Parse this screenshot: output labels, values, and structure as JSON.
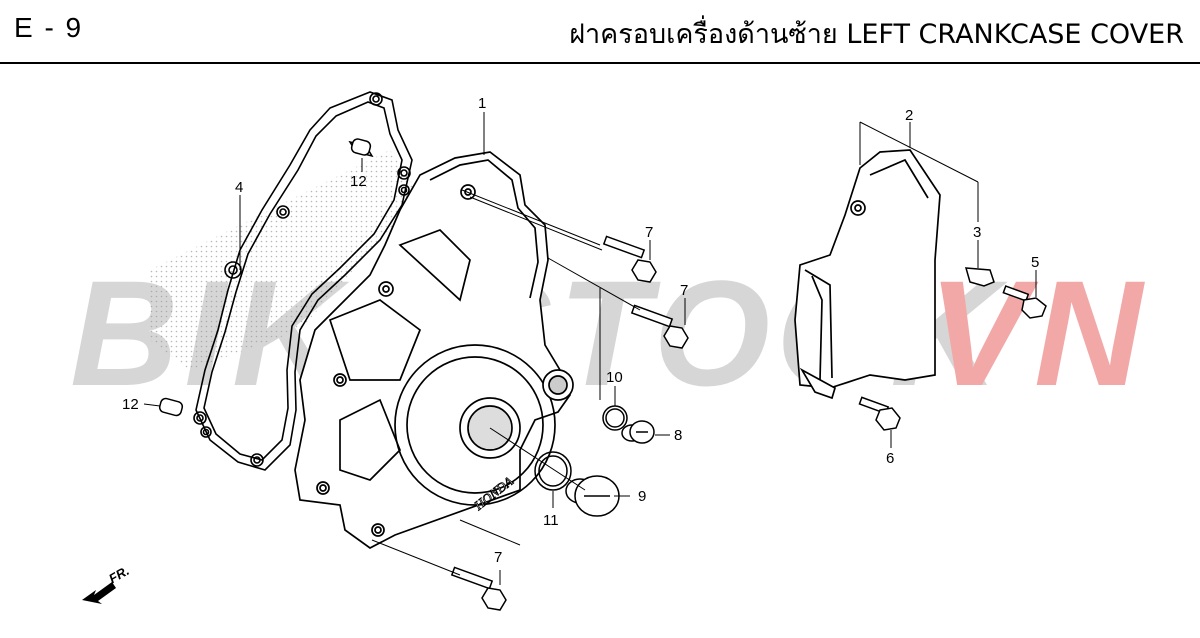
{
  "header": {
    "page_code": "E - 9",
    "title": "ฝาครอบเครื่องด้านซ้าย  LEFT CRANKCASE COVER"
  },
  "watermark": {
    "main": "BIKESTOCK",
    "suffix": "VN",
    "main_color": "#c8c8c8",
    "suffix_color": "#f08a8a"
  },
  "direction_marker": {
    "label": "FR.",
    "icon": "arrow-icon"
  },
  "callouts": {
    "c1": "1",
    "c2": "2",
    "c3": "3",
    "c4": "4",
    "c5": "5",
    "c6": "6",
    "c7a": "7",
    "c7b": "7",
    "c7c": "7",
    "c8": "8",
    "c9": "9",
    "c10": "10",
    "c11": "11",
    "c12a": "12",
    "c12b": "12"
  },
  "logo_text": "HONDA"
}
